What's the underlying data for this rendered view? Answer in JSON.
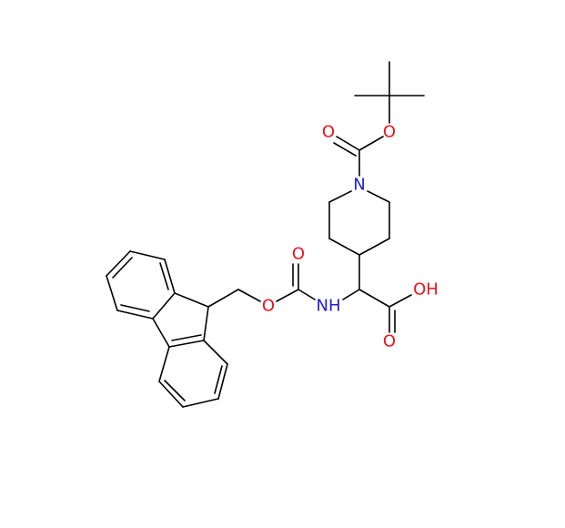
{
  "colors": {
    "bond": "#000000",
    "oxygen": "#e8151b",
    "nitrogen": "#2020d0",
    "background": "#ffffff"
  },
  "atoms": {
    "boc_ester_oxygen": {
      "text": "O",
      "element": "O"
    },
    "boc_carbonyl_oxygen": {
      "text": "O",
      "element": "O"
    },
    "piperidine_nitrogen": {
      "text": "N",
      "element": "N"
    },
    "fmoc_carbonyl_oxygen": {
      "text": "O",
      "element": "O"
    },
    "fmoc_ester_oxygen": {
      "text": "O",
      "element": "O"
    },
    "amide_nh": {
      "text": "NH",
      "element": "N"
    },
    "acid_hydroxyl": {
      "text": "OH",
      "element": "O"
    },
    "acid_carbonyl_oxygen": {
      "text": "O",
      "element": "O"
    }
  }
}
